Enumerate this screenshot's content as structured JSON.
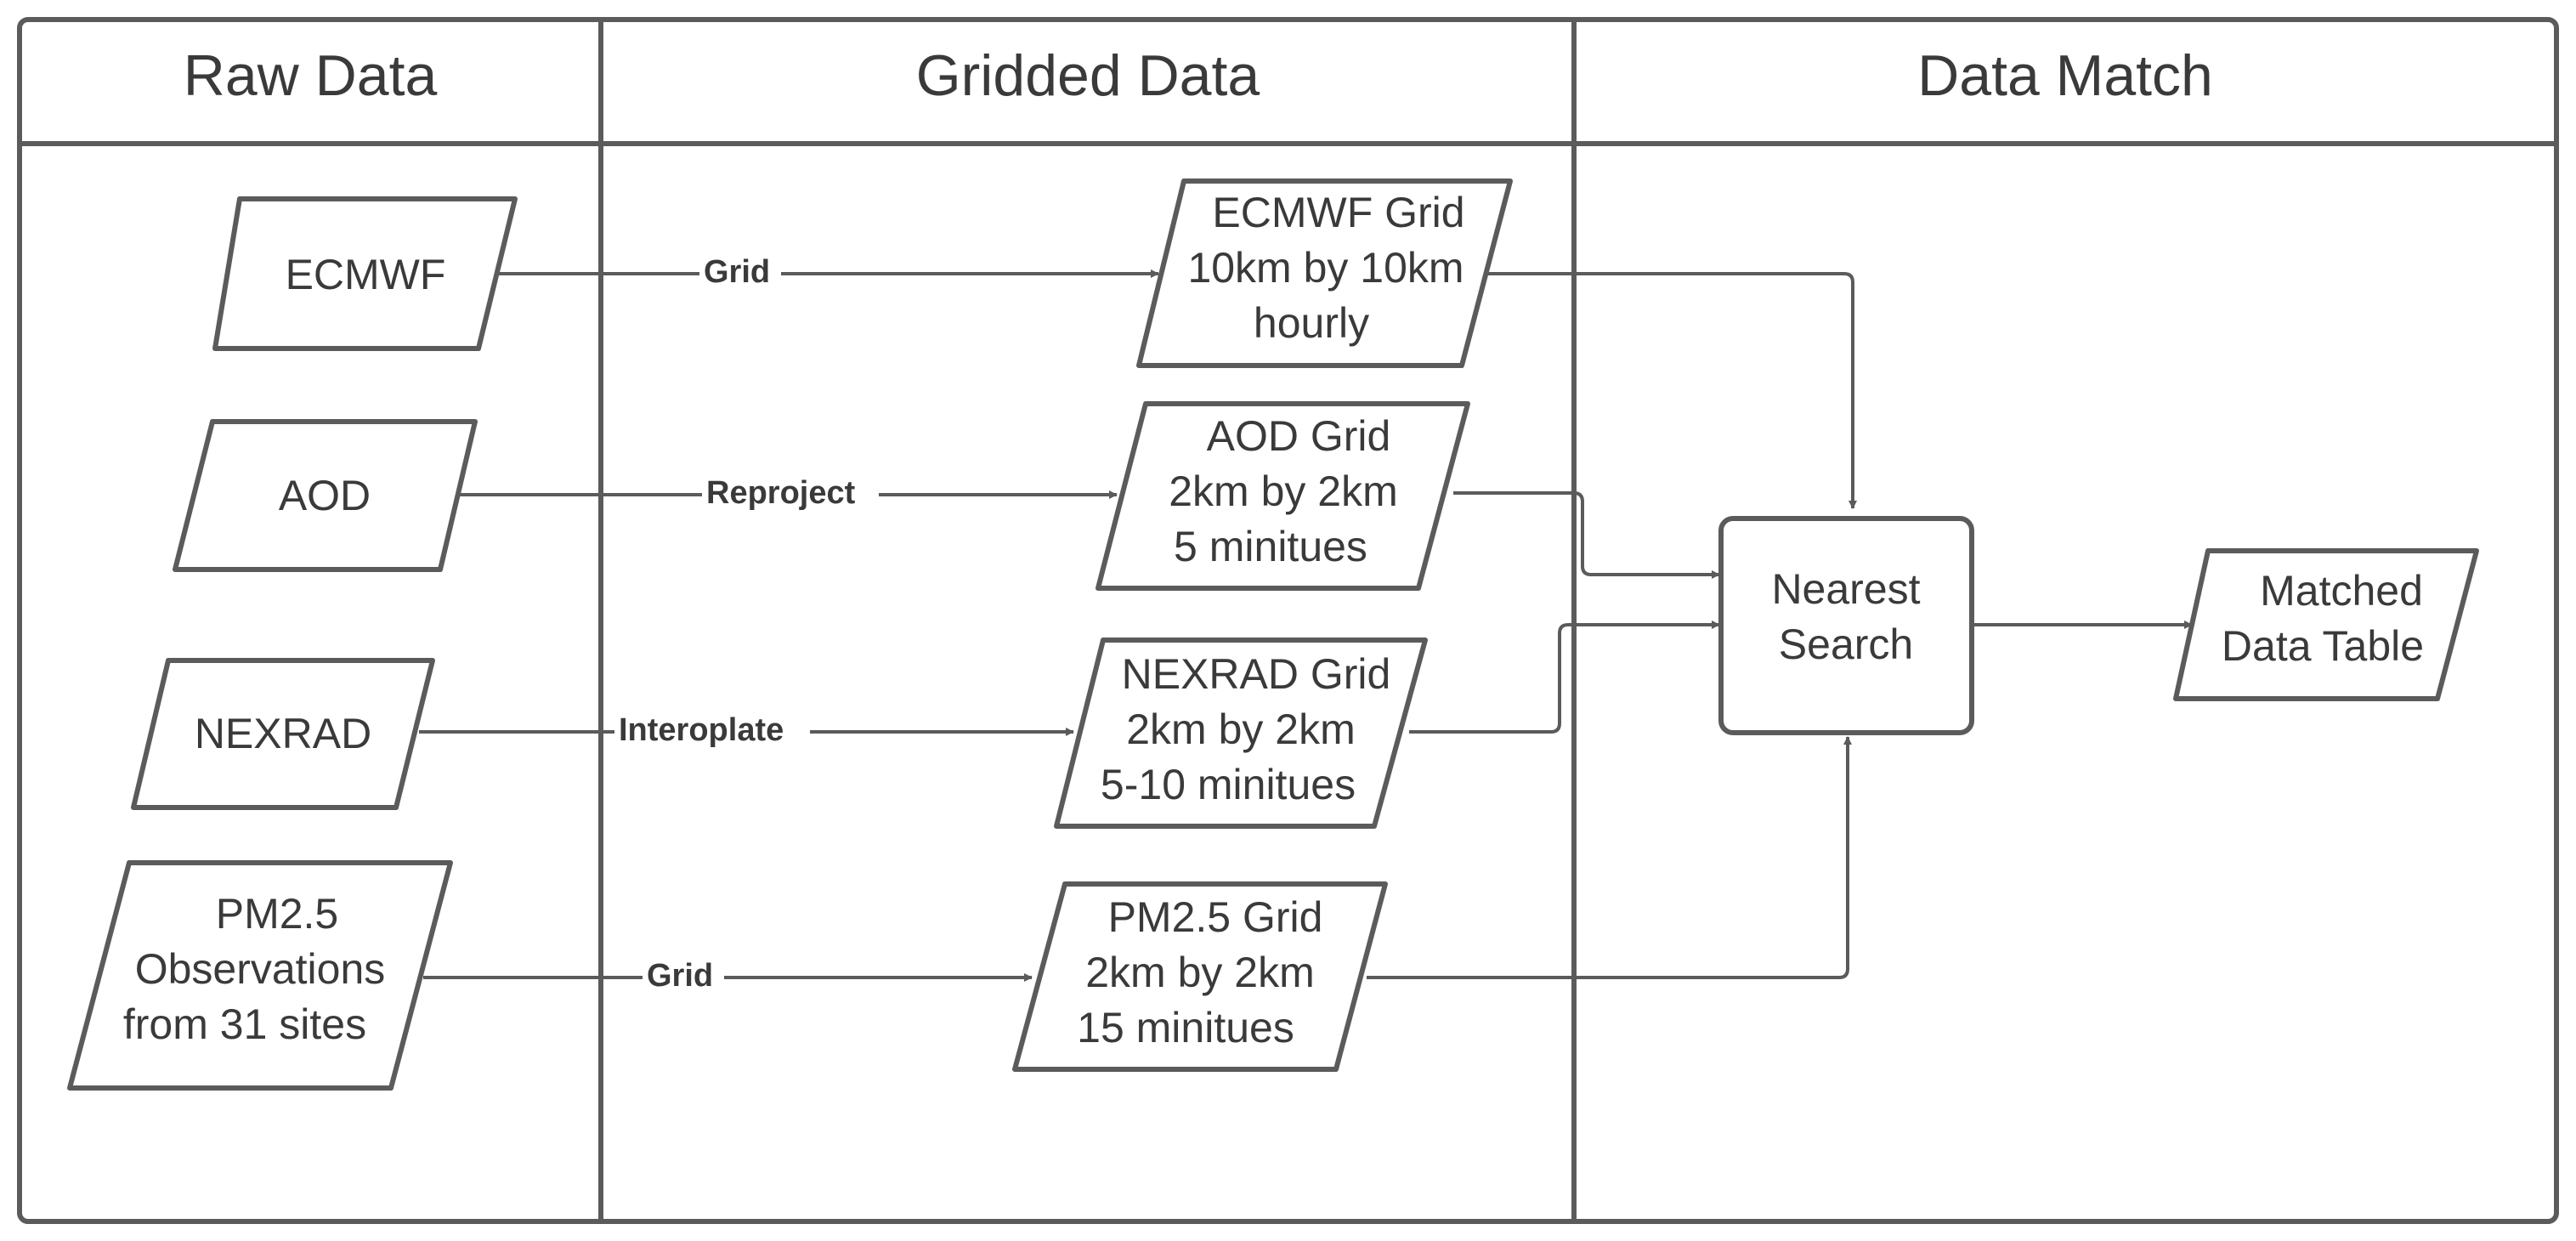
{
  "lanes": [
    {
      "title": "Raw Data"
    },
    {
      "title": "Gridded Data"
    },
    {
      "title": "Data Match"
    }
  ],
  "raw_nodes": [
    {
      "lines": [
        "ECMWF"
      ]
    },
    {
      "lines": [
        "AOD"
      ]
    },
    {
      "lines": [
        "NEXRAD"
      ]
    },
    {
      "lines": [
        "PM2.5",
        "Observations",
        "from 31 sites"
      ]
    }
  ],
  "grid_nodes": [
    {
      "lines": [
        "ECMWF Grid",
        "10km by 10km",
        "hourly"
      ]
    },
    {
      "lines": [
        "AOD Grid",
        "2km by 2km",
        "5 minitues"
      ]
    },
    {
      "lines": [
        "NEXRAD Grid",
        "2km by 2km",
        "5-10 minitues"
      ]
    },
    {
      "lines": [
        "PM2.5 Grid",
        "2km by 2km",
        "15 minitues"
      ]
    }
  ],
  "edge_labels": [
    "Grid",
    "Reproject",
    "Interoplate",
    "Grid"
  ],
  "search_node": {
    "lines": [
      "Nearest",
      "Search"
    ]
  },
  "output_node": {
    "lines": [
      "Matched",
      "Data Table"
    ]
  }
}
